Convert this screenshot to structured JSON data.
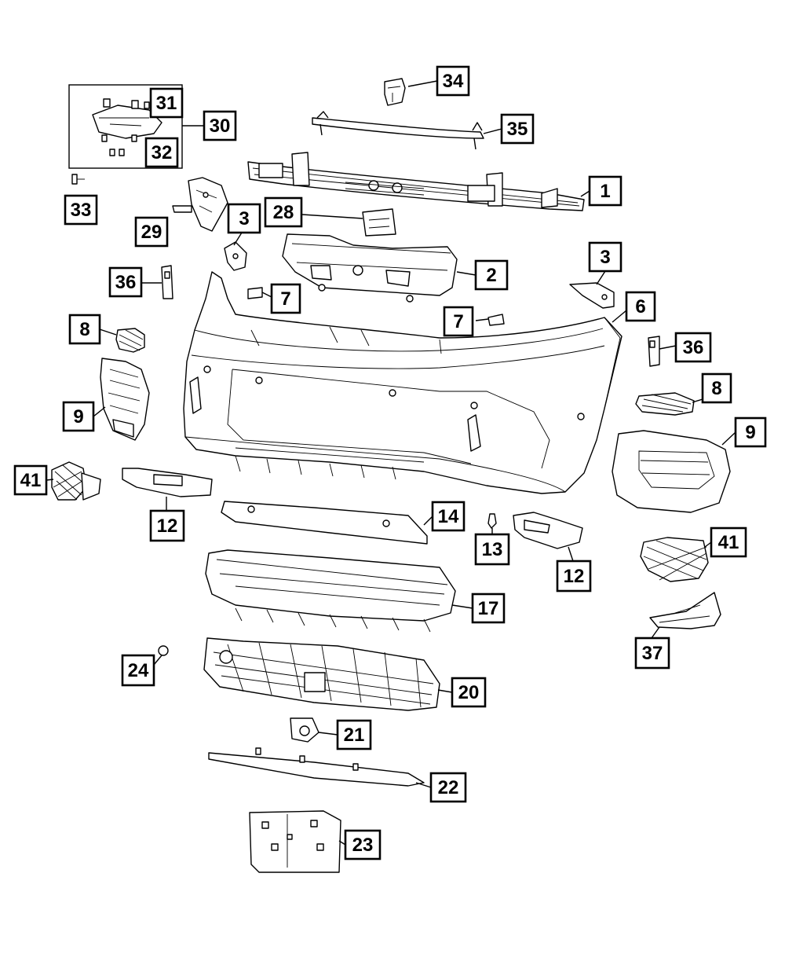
{
  "diagram": {
    "type": "exploded-parts-diagram",
    "callouts": [
      {
        "id": "c34",
        "label": "34"
      },
      {
        "id": "c31",
        "label": "31"
      },
      {
        "id": "c30",
        "label": "30"
      },
      {
        "id": "c35",
        "label": "35"
      },
      {
        "id": "c32",
        "label": "32"
      },
      {
        "id": "c1",
        "label": "1"
      },
      {
        "id": "c33",
        "label": "33"
      },
      {
        "id": "c3a",
        "label": "3"
      },
      {
        "id": "c28",
        "label": "28"
      },
      {
        "id": "c29",
        "label": "29"
      },
      {
        "id": "c3b",
        "label": "3"
      },
      {
        "id": "c2",
        "label": "2"
      },
      {
        "id": "c36a",
        "label": "36"
      },
      {
        "id": "c7a",
        "label": "7"
      },
      {
        "id": "c6",
        "label": "6"
      },
      {
        "id": "c7b",
        "label": "7"
      },
      {
        "id": "c8a",
        "label": "8"
      },
      {
        "id": "c36b",
        "label": "36"
      },
      {
        "id": "c8b",
        "label": "8"
      },
      {
        "id": "c9a",
        "label": "9"
      },
      {
        "id": "c9b",
        "label": "9"
      },
      {
        "id": "c41a",
        "label": "41"
      },
      {
        "id": "c12a",
        "label": "12"
      },
      {
        "id": "c14",
        "label": "14"
      },
      {
        "id": "c13",
        "label": "13"
      },
      {
        "id": "c41b",
        "label": "41"
      },
      {
        "id": "c12b",
        "label": "12"
      },
      {
        "id": "c17",
        "label": "17"
      },
      {
        "id": "c37",
        "label": "37"
      },
      {
        "id": "c24",
        "label": "24"
      },
      {
        "id": "c20",
        "label": "20"
      },
      {
        "id": "c21",
        "label": "21"
      },
      {
        "id": "c22",
        "label": "22"
      },
      {
        "id": "c23",
        "label": "23"
      }
    ]
  }
}
